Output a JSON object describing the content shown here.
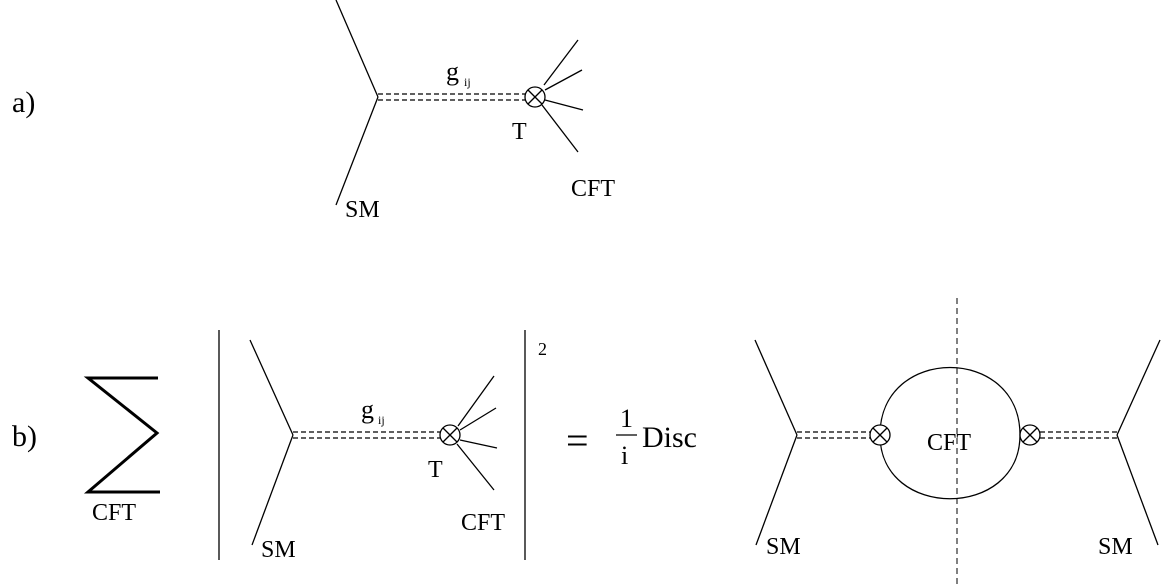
{
  "panel_a": {
    "label": "a)",
    "coupling": "g",
    "coupling_sub": "ij",
    "vertex": "T",
    "sm": "SM",
    "cft": "CFT"
  },
  "panel_b": {
    "label": "b)",
    "sum_sub": "CFT",
    "exponent": "2",
    "coupling": "g",
    "coupling_sub": "ij",
    "vertex": "T",
    "sm": "SM",
    "cft": "CFT",
    "equals": "=",
    "frac_num": "1",
    "frac_den": "i",
    "disc": "Disc",
    "loop_label": "CFT",
    "sm_left": "SM",
    "sm_right": "SM"
  }
}
